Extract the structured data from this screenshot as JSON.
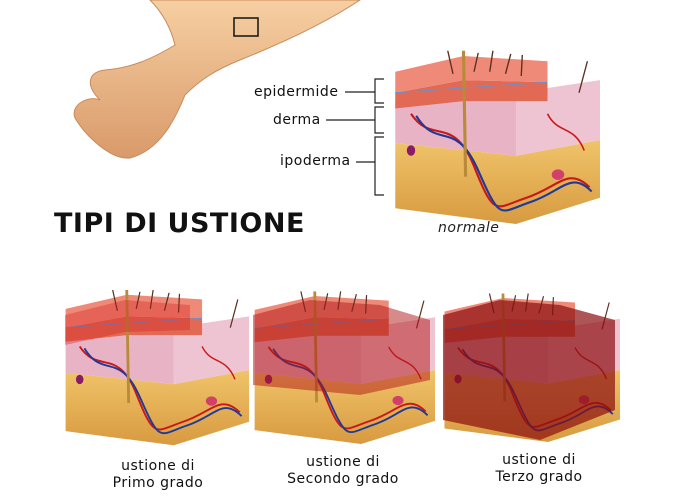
{
  "title": "TIPI DI USTIONE",
  "layers": {
    "epidermis": "epidermide",
    "dermis": "derma",
    "hypodermis": "ipoderma"
  },
  "normal_caption": "normale",
  "burns": [
    {
      "line1": "ustione di",
      "line2": "Primo grado"
    },
    {
      "line1": "ustione di",
      "line2": "Secondo grado"
    },
    {
      "line1": "ustione di",
      "line2": "Terzo grado"
    }
  ],
  "colors": {
    "skin": "#f2c08e",
    "epidermis": "#e8826a",
    "dermis": "#ecc0cf",
    "hypodermis": "#e8b65a",
    "burn": "#a8141a"
  }
}
